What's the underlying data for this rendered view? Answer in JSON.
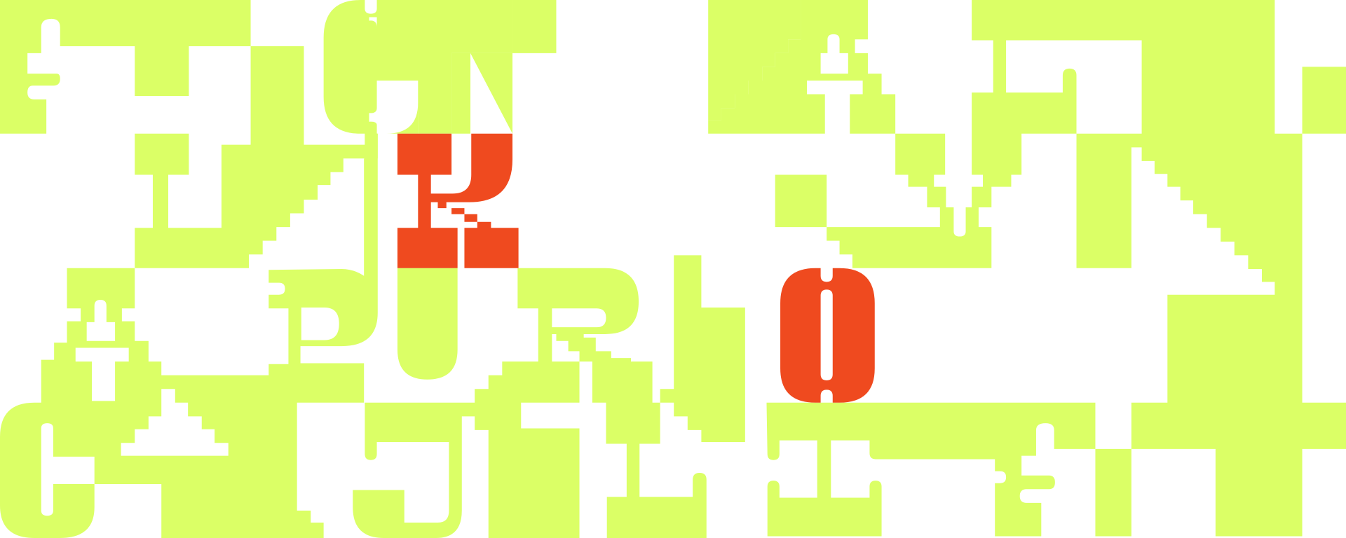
{
  "artwork": {
    "kind": "abstract pixel-glyph typographic pattern",
    "palette": {
      "background": "#ffffff",
      "primary": "#dbff66",
      "accent": "#ef4a1f"
    },
    "accent_glyphs": [
      "k-like-glyph",
      "o-like-glyph"
    ]
  }
}
